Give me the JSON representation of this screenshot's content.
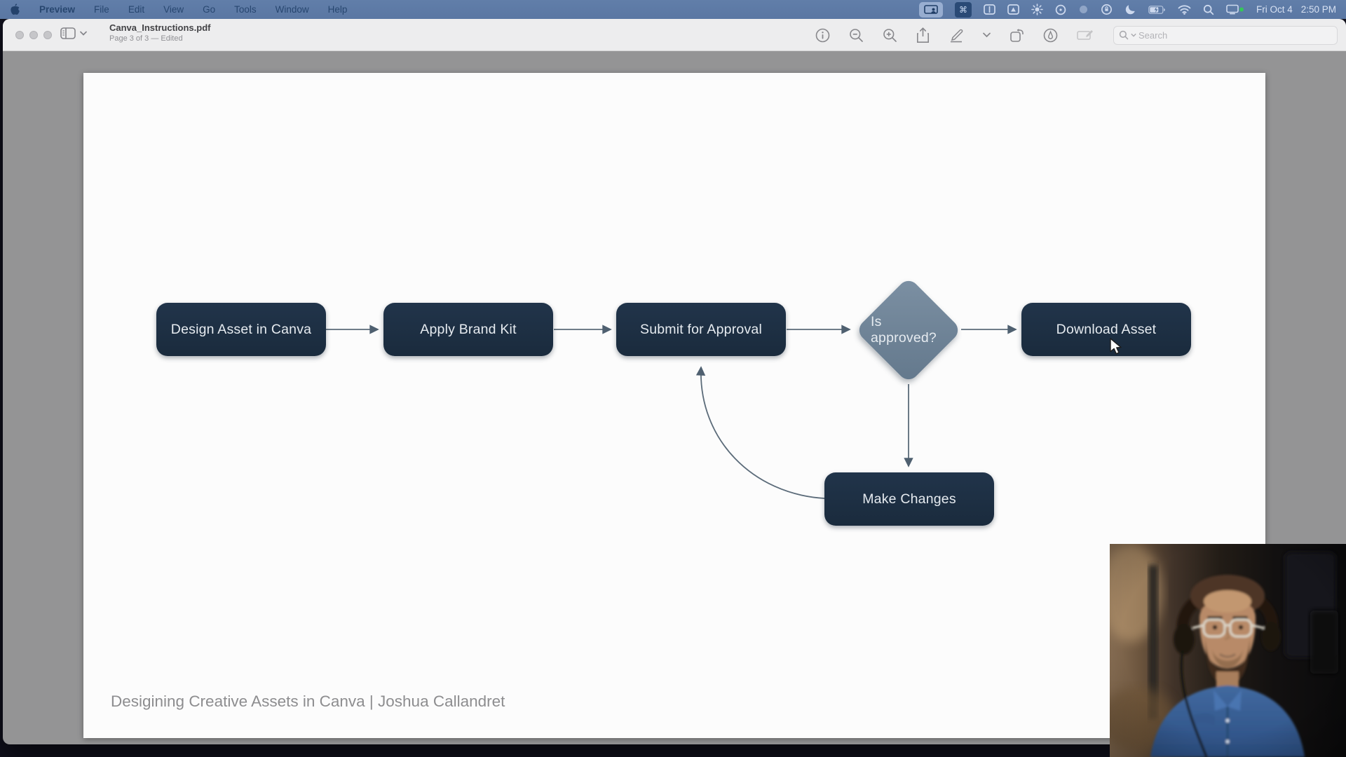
{
  "menu_bar": {
    "apple_icon": "apple-logo",
    "items": [
      "Preview",
      "File",
      "Edit",
      "View",
      "Go",
      "Tools",
      "Window",
      "Help"
    ],
    "command_key_glyph": "⌘",
    "status_icons": [
      "screen-sharing-icon",
      "command-key-icon",
      "window-tiling-icon",
      "wedge-icon",
      "brightness-icon",
      "ring-icon",
      "dim-circle-icon",
      "orientation-lock-icon",
      "moon-icon",
      "battery-icon",
      "wifi-icon",
      "spotlight-icon",
      "display-status-icon"
    ],
    "status_dot_color": "#35c759",
    "date": "Fri Oct 4",
    "time": "2:50 PM"
  },
  "window": {
    "title": "Canva_Instructions.pdf",
    "subtitle": "Page 3 of 3 — Edited",
    "toolbar_icons": [
      "info-icon",
      "zoom-out-icon",
      "zoom-in-icon",
      "share-icon",
      "markup-pen-icon",
      "chevron-down-icon",
      "rotate-icon",
      "annotate-circle-icon",
      "text-markup-icon"
    ],
    "search_placeholder": "Search"
  },
  "document": {
    "flowchart": {
      "nodes": [
        {
          "id": "design",
          "type": "process",
          "label": "Design Asset in Canva"
        },
        {
          "id": "brand",
          "type": "process",
          "label": "Apply Brand Kit"
        },
        {
          "id": "submit",
          "type": "process",
          "label": "Submit for Approval"
        },
        {
          "id": "approved",
          "type": "decision",
          "label": "Is approved?"
        },
        {
          "id": "download",
          "type": "process",
          "label": "Download Asset"
        },
        {
          "id": "changes",
          "type": "process",
          "label": "Make Changes"
        }
      ],
      "edges": [
        {
          "from": "Design Asset in Canva",
          "to": "Apply Brand Kit"
        },
        {
          "from": "Apply Brand Kit",
          "to": "Submit for Approval"
        },
        {
          "from": "Submit for Approval",
          "to": "Is approved?"
        },
        {
          "from": "Is approved?",
          "to": "Download Asset"
        },
        {
          "from": "Is approved?",
          "to": "Make Changes"
        },
        {
          "from": "Make Changes",
          "to": "Submit for Approval"
        }
      ]
    },
    "footer": "Desigining Creative Assets in Canva | Joshua Callandret"
  },
  "colors": {
    "menubar": "#5d7ba8",
    "process_box": "#1c2e41",
    "decision_diamond": "#6e8296",
    "arrow": "#4f6070",
    "page": "#fcfcfc",
    "content_bg": "#949495"
  }
}
